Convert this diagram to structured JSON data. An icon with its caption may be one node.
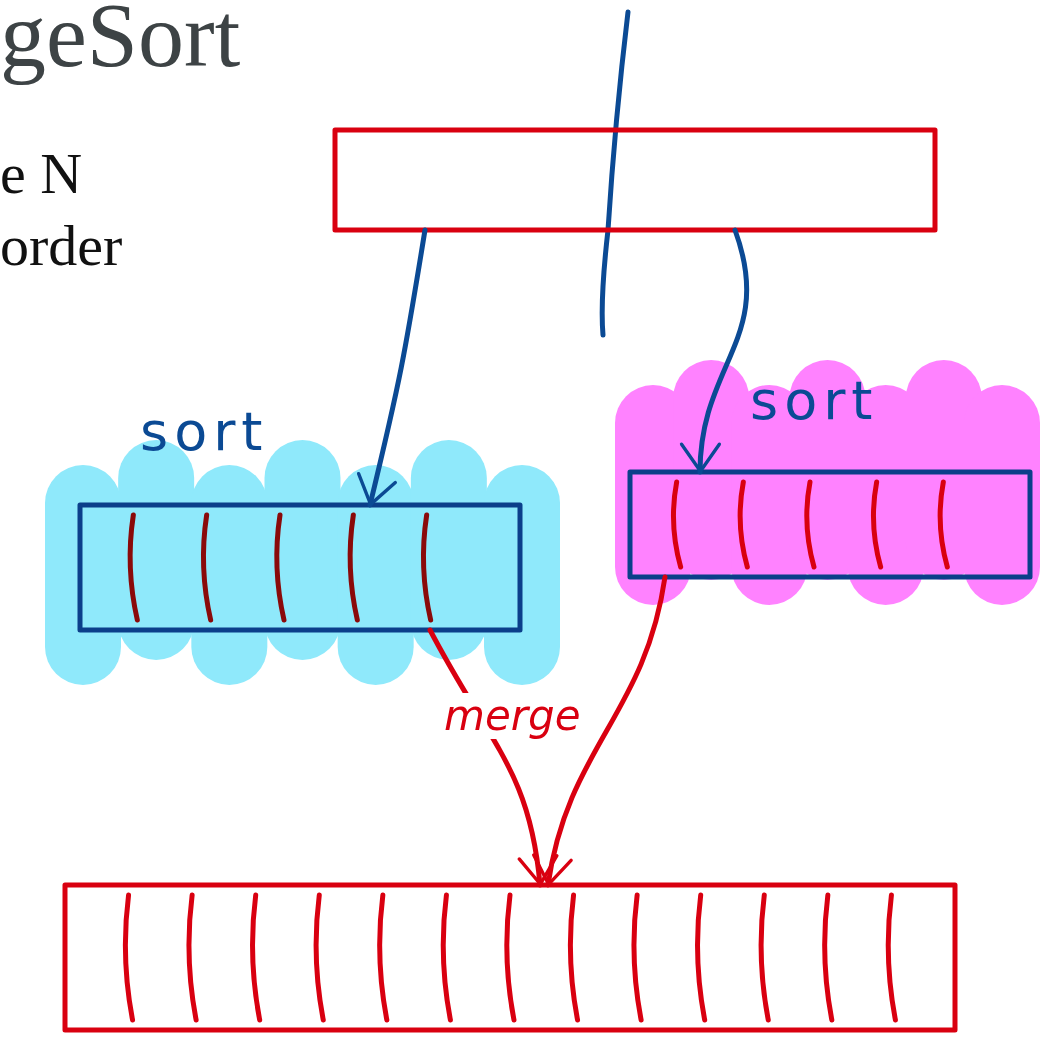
{
  "diagram": {
    "title": "geSort",
    "nodes": [
      {
        "text": [],
        "shape": "bar"
      },
      {
        "text": [],
        "shape": "bar",
        "beside": [
          "sort"
        ]
      },
      {
        "text": [],
        "shape": "bar",
        "beside": [
          "sort"
        ]
      },
      {
        "text": [],
        "shape": "bar"
      }
    ],
    "edges": [
      {
        "from": 0,
        "to": 1,
        "arrow": "to",
        "color": "#0b4a94"
      },
      {
        "from": 0,
        "to": 2,
        "arrow": "to",
        "color": "#0b4a94"
      },
      {
        "from": 1,
        "to": 3,
        "arrow": "to",
        "label": "merge",
        "color": "#d90010"
      },
      {
        "from": 2,
        "to": 3,
        "arrow": "to",
        "color": "#d90010"
      }
    ],
    "labels": [
      "e N",
      "order"
    ]
  }
}
